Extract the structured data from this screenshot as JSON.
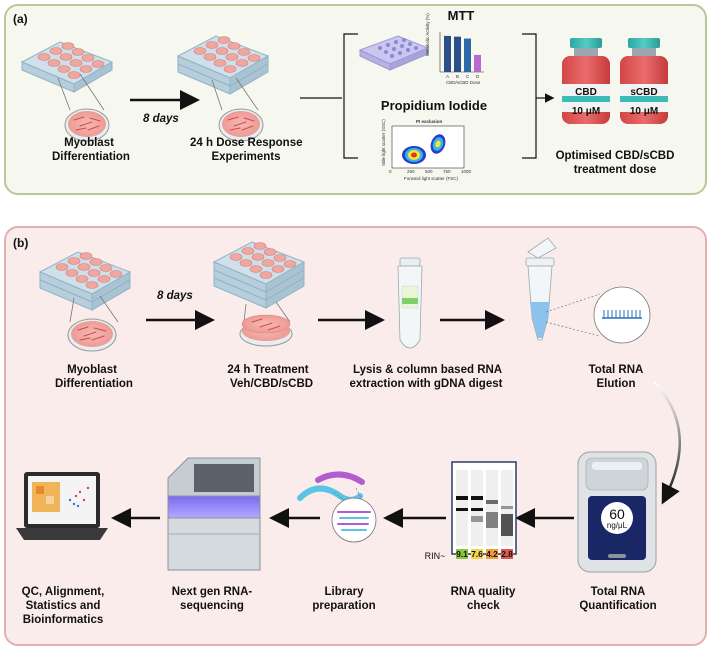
{
  "panel_a": {
    "label": "(a)",
    "step1": [
      "Myoblast",
      "Differentiation"
    ],
    "arrow_label": "8 days",
    "step2": [
      "24 h Dose Response",
      "Experiments"
    ],
    "mtt": {
      "title": "MTT",
      "ylabel": "Metabolic Activity (%)",
      "xlabel": "CBD/sCBD Dose",
      "ticks": [
        "A",
        "B",
        "C",
        "D"
      ],
      "bar_values": [
        95,
        93,
        88,
        45
      ],
      "bar_colors": [
        "#2b4f86",
        "#2b4f86",
        "#2e6aa8",
        "#b86ad0"
      ]
    },
    "pi": {
      "title": "Propidium Iodide",
      "plot_title": "PI exclusion",
      "ylabel": "Side light scatter (SSC)",
      "xlabel": "Forward light scatter (FSC)",
      "xticks": [
        "0",
        "250",
        "500",
        "750",
        "1000"
      ]
    },
    "vials": [
      {
        "name": "CBD",
        "dose": "10 μM"
      },
      {
        "name": "sCBD",
        "dose": "10 μM"
      }
    ],
    "result": [
      "Optimised CBD/sCBD",
      "treatment dose"
    ]
  },
  "panel_b": {
    "label": "(b)",
    "step1": [
      "Myoblast",
      "Differentiation"
    ],
    "arrow_label": "8 days",
    "step2": [
      "24 h Treatment",
      "Veh/CBD/sCBD"
    ],
    "step3": [
      "Lysis & column based RNA",
      "extraction with gDNA digest"
    ],
    "step4": [
      "Total RNA",
      "Elution"
    ],
    "step5": [
      "Total RNA",
      "Quantification"
    ],
    "quant_value": "60",
    "quant_unit": "ng/μL",
    "step6": [
      "RNA quality",
      "check"
    ],
    "rin_label": "RIN~",
    "rin_values": [
      "9.1",
      "7.6",
      "4.2",
      "2.8"
    ],
    "rin_colors": [
      "#8dc63f",
      "#f2d64b",
      "#f39c3c",
      "#e05a4f"
    ],
    "step7": [
      "Library",
      "preparation"
    ],
    "step8": [
      "Next gen RNA-",
      "sequencing"
    ],
    "step9": [
      "QC, Alignment,",
      "Statistics and",
      "Bioinformatics"
    ]
  }
}
